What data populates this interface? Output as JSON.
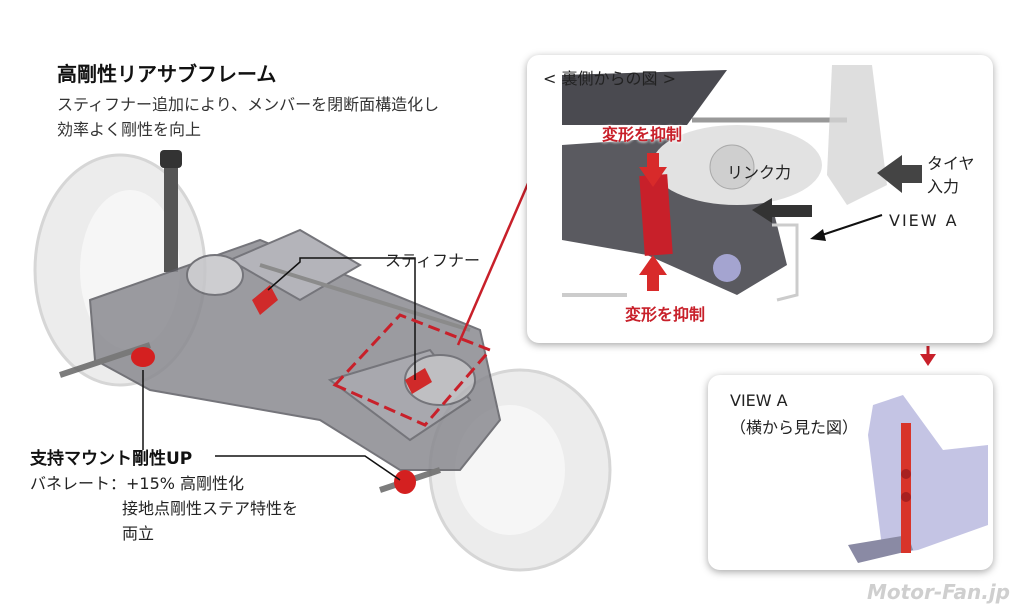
{
  "header": {
    "title": "高剛性リアサブフレーム",
    "description_lines": [
      "スティフナー追加により、メンバーを閉断面構造化し",
      "効率よく剛性を向上"
    ]
  },
  "main_diagram": {
    "stiffener_label": "スティフナー",
    "mount": {
      "title": "支持マウント剛性UP",
      "lines": [
        "バネレート：+15% 高剛性化",
        "接地点剛性ステア特性を",
        "両立"
      ]
    }
  },
  "rear_view_card": {
    "title": "< 裏側からの図 >",
    "suppress_top": "変形を抑制",
    "suppress_bottom": "変形を抑制",
    "link_force": "リンク力",
    "tire_input_lines": [
      "タイヤ",
      "入力"
    ],
    "view_a": "VIEW A"
  },
  "view_a_card": {
    "title": "VIEW A",
    "subtitle": "（横から見た図）"
  },
  "watermark": "Motor-Fan.jp",
  "colors": {
    "accent_red": "#c8202a",
    "part_gray": "#6a6a70",
    "bracket_lavender": "#b9b9d8"
  }
}
